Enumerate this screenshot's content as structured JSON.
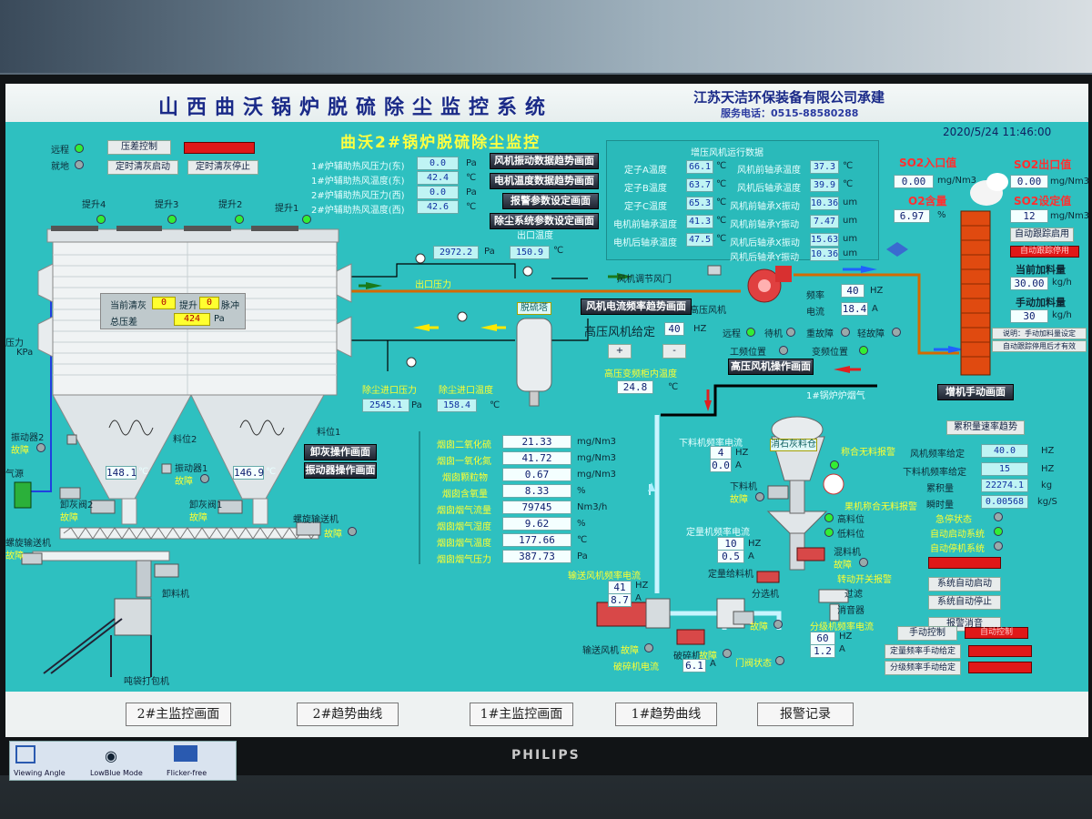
{
  "header": {
    "title": "山西曲沃锅炉脱硫除尘监控系统",
    "company": "江苏天洁环保装备有限公司承建",
    "service": "服务电话：0515-88580288",
    "subtitle": "曲沃2#锅炉脱硫除尘监控",
    "datetime": "2020/5/24 11:46:00"
  },
  "control": {
    "remote": "远程",
    "local": "就地",
    "btn_pressure_ctrl": "压差控制",
    "btn_timer_start": "定时清灰启动",
    "btn_timer_stop": "定时清灰停止",
    "pressure_labels": [
      "1#炉辅助热风压力(东)",
      "1#炉辅助热风温度(东)",
      "2#炉辅助热风压力(西)",
      "2#炉辅助热风温度(西)"
    ],
    "pressure_values": [
      "0.0",
      "42.4",
      "0.0",
      "42.6"
    ],
    "pressure_units": [
      "Pa",
      "℃",
      "Pa",
      "℃"
    ]
  },
  "screens_buttons": [
    "风机振动数据趋势画面",
    "电机温度数据趋势画面",
    "报警参数设定画面",
    "除尘系统参数设定画面"
  ],
  "outlet": {
    "label": "出口温度",
    "pressure": "2972.2",
    "pressure_unit": "Pa",
    "temp": "150.9",
    "temp_unit": "℃",
    "pressure_label": "出口压力"
  },
  "fan_panel": {
    "title": "增压风机运行数据",
    "left_labels": [
      "定子A温度",
      "定子B温度",
      "定子C温度",
      "电机前轴承温度",
      "电机后轴承温度"
    ],
    "left_values": [
      "66.1",
      "63.7",
      "65.3",
      "41.3",
      "47.5"
    ],
    "right_labels": [
      "风机前轴承温度",
      "风机后轴承温度",
      "风机前轴承X振动",
      "风机前轴承Y振动",
      "风机后轴承X振动",
      "风机后轴承Y振动"
    ],
    "right_values": [
      "37.3",
      "39.9",
      "10.36",
      "7.47",
      "15.63",
      "10.36"
    ],
    "right_units": [
      "℃",
      "℃",
      "um",
      "um",
      "um",
      "um"
    ],
    "temp_unit": "℃"
  },
  "emissions": {
    "so2_in_label": "SO2入口值",
    "so2_in": "0.00",
    "so2_in_unit": "mg/Nm3",
    "o2_label": "O2含量",
    "o2": "6.97",
    "o2_unit": "%",
    "so2_out_label": "SO2出口值",
    "so2_out": "0.00",
    "so2_out_unit": "mg/Nm3",
    "so2_set_label": "SO2设定值",
    "so2_set": "12",
    "so2_set_unit": "mg/Nm3",
    "auto_on": "自动跟踪启用",
    "auto_off": "自动跟踪停用",
    "feed_current_label": "当前加料量",
    "feed_current": "30.00",
    "feed_current_unit": "kg/h",
    "feed_manual_label": "手动加料量",
    "feed_manual": "30",
    "feed_manual_unit": "kg/h",
    "note1": "说明：手动加料量设定",
    "note2": "自动跟踪停用后才有效"
  },
  "booster_fan": {
    "name": "高压风机",
    "damper": "风机调节风门",
    "freq_label": "频率",
    "freq": "40",
    "freq_unit": "HZ",
    "current_label": "电流",
    "current": "18.4",
    "current_unit": "A",
    "trend_btn": "风机电流频率趋势画面",
    "setpoint_label": "高压风机给定",
    "setpoint": "40",
    "setpoint_unit": "HZ",
    "plus": "+",
    "minus": "-",
    "states": [
      "远程",
      "待机",
      "重故障",
      "轻故障"
    ],
    "pos_work": "工频位置",
    "pos_vfd": "变频位置",
    "ops_btn": "高压风机操作画面",
    "vfd_temp_label": "高压变频柜内温度",
    "vfd_temp": "24.8",
    "vfd_temp_unit": "℃"
  },
  "stack_btn": "增机手动画面",
  "flue_gas_label": "1#锅炉炉烟气",
  "desulf_tower": "脱硫塔",
  "inlet": {
    "pressure_label": "除尘进口压力",
    "pressure": "2545.1",
    "pressure_unit": "Pa",
    "temp_label": "除尘进口温度",
    "temp": "158.4",
    "temp_unit": "℃"
  },
  "dust_collector": {
    "clean_label": "当前清灰",
    "clean_val": "0",
    "lift_label": "提升",
    "lift_val": "0",
    "pulse_label": "脉冲",
    "dp_label": "总压差",
    "dp": "424",
    "dp_unit": "Pa",
    "lifts": [
      "提升4",
      "提升3",
      "提升2",
      "提升1"
    ],
    "hopper_temps": [
      "148.1",
      "146.9"
    ],
    "hopper_temp_unit": "℃",
    "level1": "料位1",
    "level2": "料位2",
    "vib1": "振动器1",
    "vib2": "振动器2",
    "fault": "故障",
    "ash_valve1": "卸灰阀1",
    "ash_valve2": "卸灰阀2",
    "screw1": "螺旋输送机",
    "screw2": "螺旋输送机",
    "unload_btn": "卸灰操作画面",
    "vib_btn": "振动器操作画面",
    "unloader": "卸料机",
    "packer": "吨袋打包机",
    "kpa": "KPa",
    "left_top": "压力",
    "left_cut": "气源"
  },
  "table": {
    "labels": [
      "烟囱二氧化硫",
      "烟囱一氧化氮",
      "烟囱颗粒物",
      "烟囱含氧量",
      "烟囱烟气流量",
      "烟囱烟气湿度",
      "烟囱烟气温度",
      "烟囱烟气压力"
    ],
    "values": [
      "21.33",
      "41.72",
      "0.67",
      "8.33",
      "79745",
      "9.62",
      "177.66",
      "387.73"
    ],
    "units": [
      "mg/Nm3",
      "mg/Nm3",
      "mg/Nm3",
      "%",
      "Nm3/h",
      "%",
      "℃",
      "Pa"
    ]
  },
  "feeder": {
    "bin": "消石灰料仓",
    "hopper_freq_label": "下料机频率电流",
    "hopper_freq": "4",
    "hopper_freq_unit": "HZ",
    "hopper_cur": "0.0",
    "hopper_cur_unit": "A",
    "discharger": "下料机",
    "fault": "故障",
    "mix_label": "称合无料报警",
    "high_level": "高料位",
    "low_level": "低料位",
    "scale_freq_label": "定量机频率电流",
    "scale_freq": "10",
    "scale_freq_unit": "HZ",
    "scale_cur": "0.5",
    "scale_cur_unit": "A",
    "scale_machine": "定量给料机",
    "mixer": "混料机",
    "mix_alarm": "果机称合无料报警",
    "blower_freq_label": "输送风机频率电流",
    "blower_freq": "41",
    "blower_freq_unit": "HZ",
    "blower_cur": "8.7",
    "blower_cur_unit": "A",
    "blower": "输送风机",
    "crusher": "破碎机",
    "crusher_cur_label": "破碎机电流",
    "crusher_cur": "6.1",
    "crusher_cur_unit": "A",
    "splitter": "分选机",
    "splitter_freq_label": "分级机频率电流",
    "splitter_freq": "60",
    "splitter_freq_unit": "HZ",
    "splitter_cur": "1.2",
    "splitter_cur_unit": "A",
    "switch_label": "转动开关报警",
    "filter": "过滤",
    "silencer": "消音器",
    "valve_state": "门阀状态"
  },
  "dosing": {
    "trend_btn": "累积量速率趋势",
    "labels": [
      "风机频率给定",
      "下料机频率给定",
      "累积量",
      "瞬时量"
    ],
    "values": [
      "40.0",
      "15",
      "22274.1",
      "0.00568"
    ],
    "units": [
      "HZ",
      "HZ",
      "kg",
      "kg/S"
    ],
    "state": "急停状态",
    "auto_start": "自动启动系统",
    "auto_stop": "自动停机系统",
    "btn_start": "系统自动启动",
    "btn_stop": "系统自动停止",
    "btn_alarm": "报警消音",
    "btn_manual": "手动控制",
    "btn_auto": "自动控制",
    "btn_scale_manual": "定量频率手动给定",
    "btn_split_manual": "分级频率手动给定"
  },
  "nav": [
    "2#主监控画面",
    "2#趋势曲线",
    "1#主监控画面",
    "1#趋势曲线",
    "报警记录"
  ],
  "monitor": {
    "brand": "PHILIPS",
    "osd": [
      "Viewing Angle",
      "LowBlue Mode",
      "Flicker-free"
    ]
  },
  "colors": {
    "background": "#2ec0c0",
    "title": "#1a2a88",
    "subtitle": "#ffff40",
    "pipe_orange": "#d46a00",
    "led_green": "#33ee33",
    "alarm_red": "#e01818"
  }
}
